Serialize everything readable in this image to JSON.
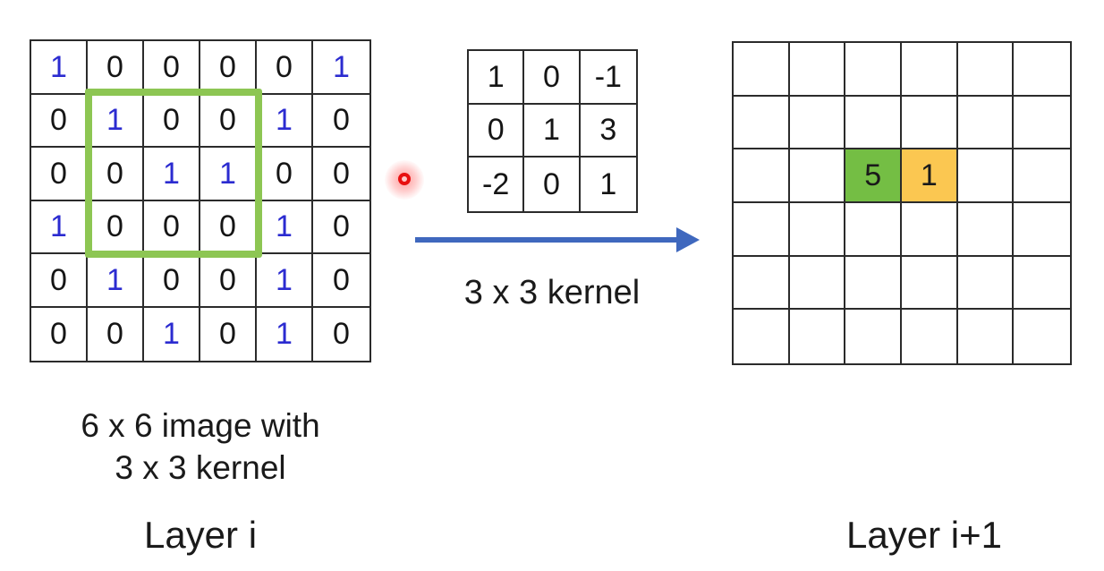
{
  "labels": {
    "kernel_caption": "3 x 3 kernel",
    "image_caption_line1": "6 x 6 image with",
    "image_caption_line2": "3 x 3 kernel",
    "layer_left": "Layer i",
    "layer_right": "Layer i+1"
  },
  "colors": {
    "one_digit": "#2B2BD0",
    "zero_digit": "#151515",
    "grid_line": "#2b2b2b",
    "highlight_green": "#8DC653",
    "arrow_blue": "#3F68BE",
    "laser_red": "#E81010",
    "output_green": "#74BE44",
    "output_yellow": "#FBC751"
  },
  "input_grid": {
    "rows": 6,
    "cols": 6,
    "values": [
      [
        1,
        0,
        0,
        0,
        0,
        1
      ],
      [
        0,
        1,
        0,
        0,
        1,
        0
      ],
      [
        0,
        0,
        1,
        1,
        0,
        0
      ],
      [
        1,
        0,
        0,
        0,
        1,
        0
      ],
      [
        0,
        1,
        0,
        0,
        1,
        0
      ],
      [
        0,
        0,
        1,
        0,
        1,
        0
      ]
    ],
    "highlight_window": {
      "row": 1,
      "col": 1,
      "size": 3
    }
  },
  "kernel_grid": {
    "rows": 3,
    "cols": 3,
    "values": [
      [
        1,
        0,
        -1
      ],
      [
        0,
        1,
        3
      ],
      [
        -2,
        0,
        1
      ]
    ]
  },
  "output_grid": {
    "rows": 6,
    "cols": 6,
    "filled_cells": [
      {
        "row": 2,
        "col": 2,
        "value": "5",
        "color_key": "output_green"
      },
      {
        "row": 2,
        "col": 3,
        "value": "1",
        "color_key": "output_yellow"
      }
    ]
  }
}
